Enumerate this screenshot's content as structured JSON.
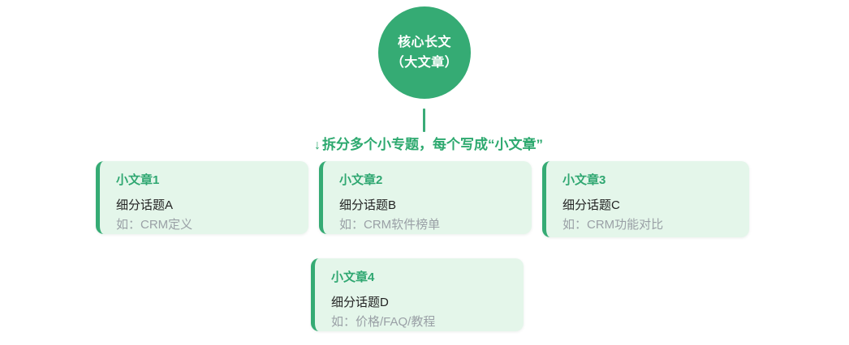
{
  "hub": {
    "line1": "核心长文",
    "line2": "（大文章）",
    "color": "#35ab74"
  },
  "connector": {
    "color": "#3aab77"
  },
  "split_caption": {
    "arrow": "↓",
    "text": "拆分多个小专题，每个写成“小文章”",
    "color": "#2da96f"
  },
  "cards": [
    {
      "title": "小文章1",
      "topic": "细分话题A",
      "example": "如：CRM定义"
    },
    {
      "title": "小文章2",
      "topic": "细分话题B",
      "example": "如：CRM软件榜单"
    },
    {
      "title": "小文章3",
      "topic": "细分话题C",
      "example": "如：CRM功能对比"
    },
    {
      "title": "小文章4",
      "topic": "细分话题D",
      "example": "如：价格/FAQ/教程"
    }
  ],
  "theme": {
    "accent": "#35ab74",
    "card_background": "#e4f6ea",
    "card_title": "#2fa771",
    "topic_text": "#222222",
    "example_text": "#9aa0a6",
    "page_background": "#ffffff"
  }
}
